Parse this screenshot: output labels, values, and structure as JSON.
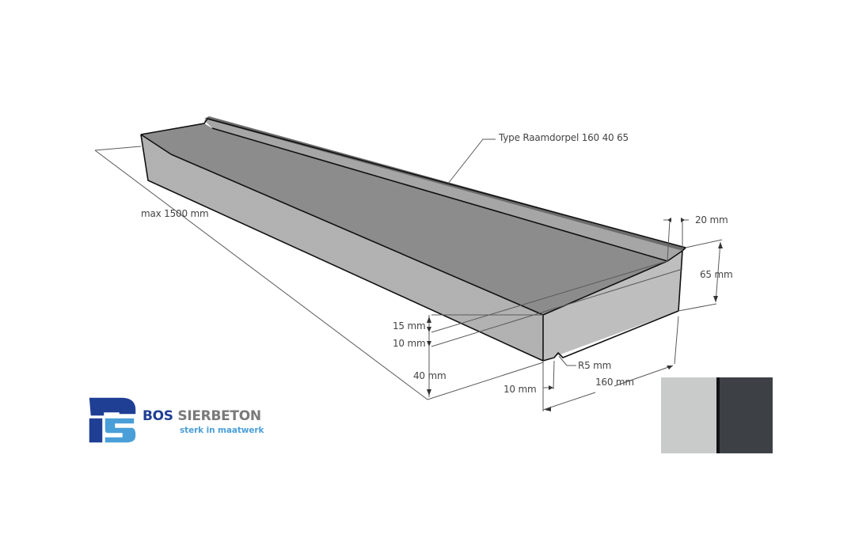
{
  "diagram": {
    "product_label": "Type Raamdorpel 160 40 65",
    "dimensions": {
      "length": "max 1500 mm",
      "rebate_width": "20 mm",
      "total_height": "65 mm",
      "step_15": "15 mm",
      "step_10": "10 mm",
      "front_height": "40 mm",
      "radius": "R5 mm",
      "drip_offset": "10 mm",
      "depth": "160 mm"
    },
    "colors": {
      "top_face": "#8e8e8e",
      "front_face": "#b9b9b9",
      "end_face": "#c4c4c4",
      "edge": "#111111",
      "dimension_line": "#555555"
    }
  },
  "logo": {
    "brand_primary": "BOS",
    "brand_secondary": "SIERBETON",
    "tagline": "sterk in maatwerk",
    "colors": {
      "dark_blue": "#1f3f95",
      "light_blue": "#4a9fd8",
      "grey": "#7a7a7a"
    }
  },
  "swatches": [
    {
      "name": "light-grey",
      "color": "#c9cbcb"
    },
    {
      "name": "anthracite",
      "color": "#3d4146"
    }
  ]
}
